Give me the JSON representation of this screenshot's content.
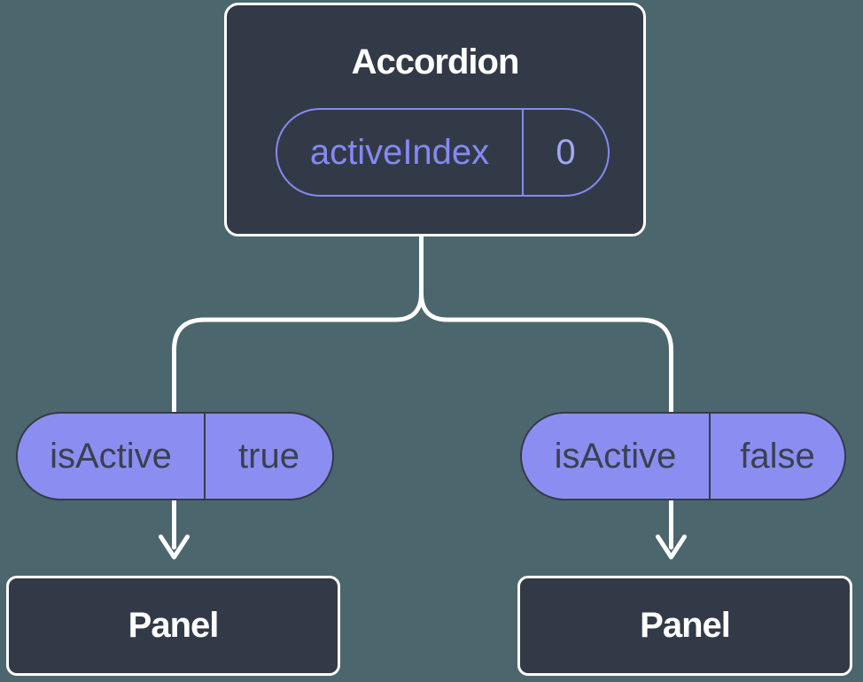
{
  "root": {
    "title": "Accordion",
    "state": {
      "name": "activeIndex",
      "value": "0"
    }
  },
  "props": [
    {
      "name": "isActive",
      "value": "true"
    },
    {
      "name": "isActive",
      "value": "false"
    }
  ],
  "children": [
    {
      "title": "Panel"
    },
    {
      "title": "Panel"
    }
  ],
  "colors": {
    "background": "#4C666E",
    "node_fill": "#333A47",
    "node_border": "#FFFFFF",
    "node_text": "#FFFFFF",
    "connector": "#FFFFFF",
    "pill_fill": "#8B8EF0",
    "pill_border": "#343B48",
    "pill_text": "#3A414F",
    "purple": "#8689F2",
    "purple_value": "#A3A6F7"
  }
}
